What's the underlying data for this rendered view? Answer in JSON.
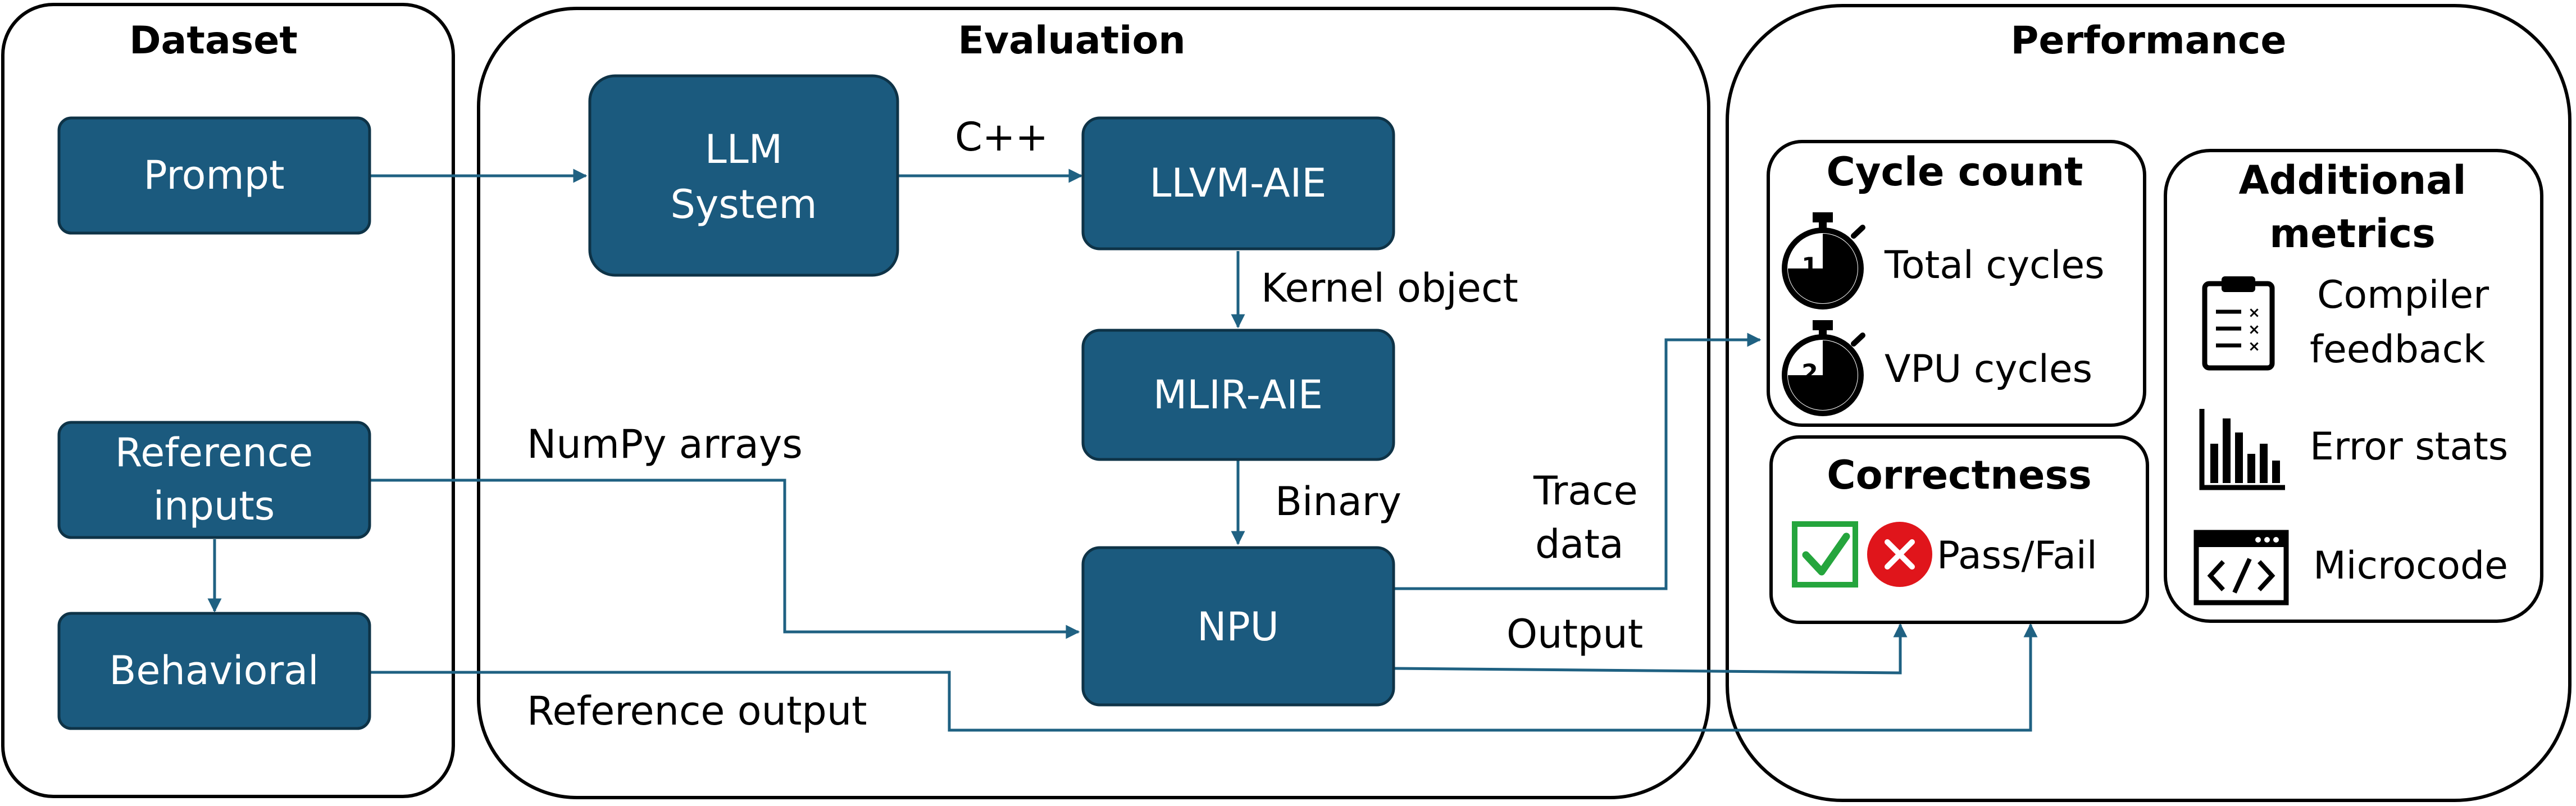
{
  "panels": {
    "dataset": "Dataset",
    "evaluation": "Evaluation",
    "performance": "Performance"
  },
  "boxes": {
    "prompt": "Prompt",
    "reference_inputs": [
      "Reference",
      "inputs"
    ],
    "behavioral": "Behavioral",
    "llm_system": [
      "LLM",
      "System"
    ],
    "llvm_aie": "LLVM-AIE",
    "mlir_aie": "MLIR-AIE",
    "npu": "NPU"
  },
  "edge_labels": {
    "cpp": "C++",
    "kernel_object": "Kernel object",
    "binary": "Binary",
    "numpy_arrays": "NumPy arrays",
    "trace_data": [
      "Trace",
      "data"
    ],
    "output": "Output",
    "reference_output": "Reference output"
  },
  "cycle_count": {
    "title": "Cycle count",
    "items": [
      "Total cycles",
      "VPU cycles"
    ],
    "stopwatch_numbers": [
      "1",
      "2"
    ]
  },
  "correctness": {
    "title": "Correctness",
    "label": "Pass/Fail",
    "icons": [
      "checkbox-check-icon",
      "red-x-circle-icon"
    ]
  },
  "additional_metrics": {
    "title": [
      "Additional",
      "metrics"
    ],
    "items": [
      {
        "label": [
          "Compiler",
          "feedback"
        ],
        "icon": "clipboard-checklist-icon"
      },
      {
        "label": [
          "Error stats"
        ],
        "icon": "bar-chart-icon"
      },
      {
        "label": [
          "Microcode"
        ],
        "icon": "code-window-icon"
      }
    ]
  },
  "colors": {
    "box_fill": "#1b5a7e",
    "arrow": "#1f6182",
    "check_green": "#25a53d",
    "fail_red": "#e0151b"
  }
}
